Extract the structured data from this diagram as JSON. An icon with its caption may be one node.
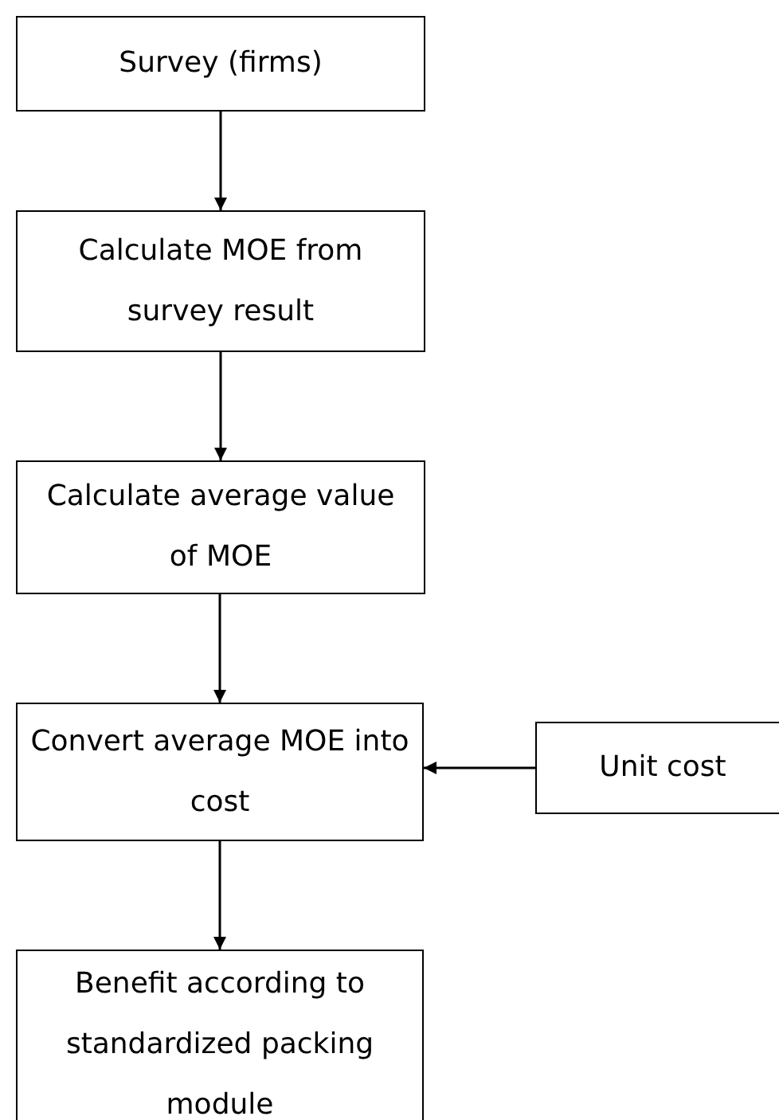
{
  "diagram": {
    "nodes": [
      {
        "text": [
          "Survey (firms)"
        ]
      },
      {
        "text": [
          "Calculate MOE from survey result"
        ]
      },
      {
        "text": [
          "Calculate average value of MOE"
        ]
      },
      {
        "text": [
          "Convert average MOE into cost"
        ]
      },
      {
        "text": [
          "Unit cost"
        ]
      },
      {
        "text": [
          "Benefit according to standardized packing module"
        ]
      }
    ],
    "edges": [
      {
        "from": 0,
        "to": 1,
        "arrow": "to"
      },
      {
        "from": 1,
        "to": 2,
        "arrow": "to"
      },
      {
        "from": 2,
        "to": 3,
        "arrow": "to"
      },
      {
        "from": 4,
        "to": 3,
        "arrow": "to"
      },
      {
        "from": 3,
        "to": 5,
        "arrow": "to"
      }
    ]
  }
}
